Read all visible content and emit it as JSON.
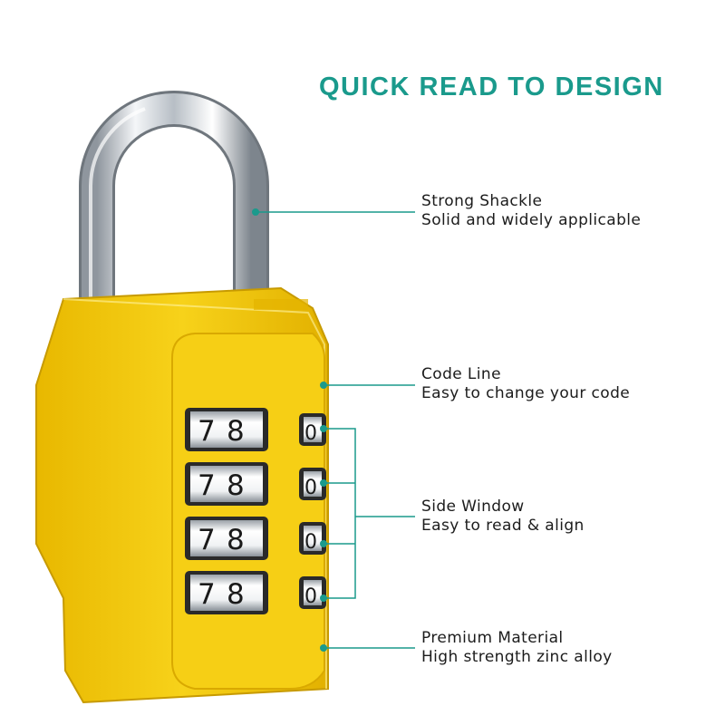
{
  "heading": "QUICK READ TO DESIGN",
  "accent_color": "#1a9a8c",
  "lock_color": "#f2c811",
  "features": [
    {
      "title": "Strong Shackle",
      "desc": "Solid and widely applicable"
    },
    {
      "title": "Code Line",
      "desc": "Easy to change your code"
    },
    {
      "title": "Side Window",
      "desc": "Easy to read & align"
    },
    {
      "title": "Premium Material",
      "desc": "High strength zinc alloy"
    }
  ],
  "dials": [
    {
      "left": "7",
      "right": "8",
      "side": "0"
    },
    {
      "left": "7",
      "right": "8",
      "side": "0"
    },
    {
      "left": "7",
      "right": "8",
      "side": "0"
    },
    {
      "left": "7",
      "right": "8",
      "side": "0"
    }
  ]
}
